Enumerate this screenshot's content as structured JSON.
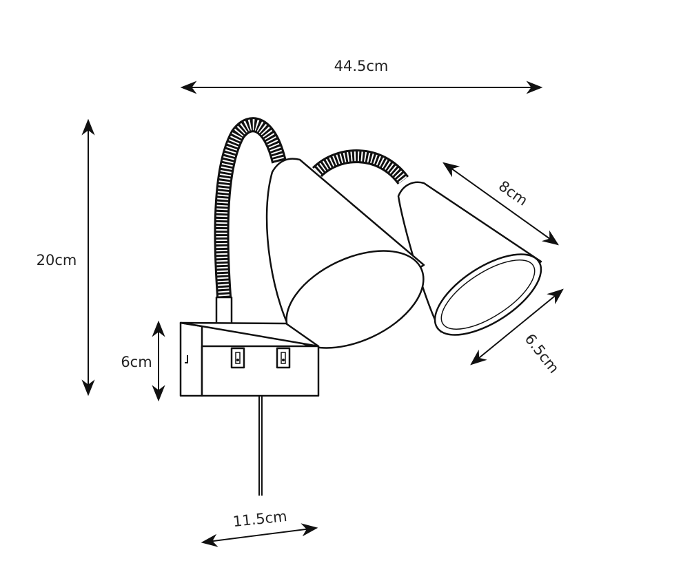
{
  "dimensions": {
    "total_width": "44.5cm",
    "height": "20cm",
    "base_height": "6cm",
    "shade_length": "8cm",
    "shade_diameter": "6.5cm",
    "base_width": "11.5cm"
  }
}
